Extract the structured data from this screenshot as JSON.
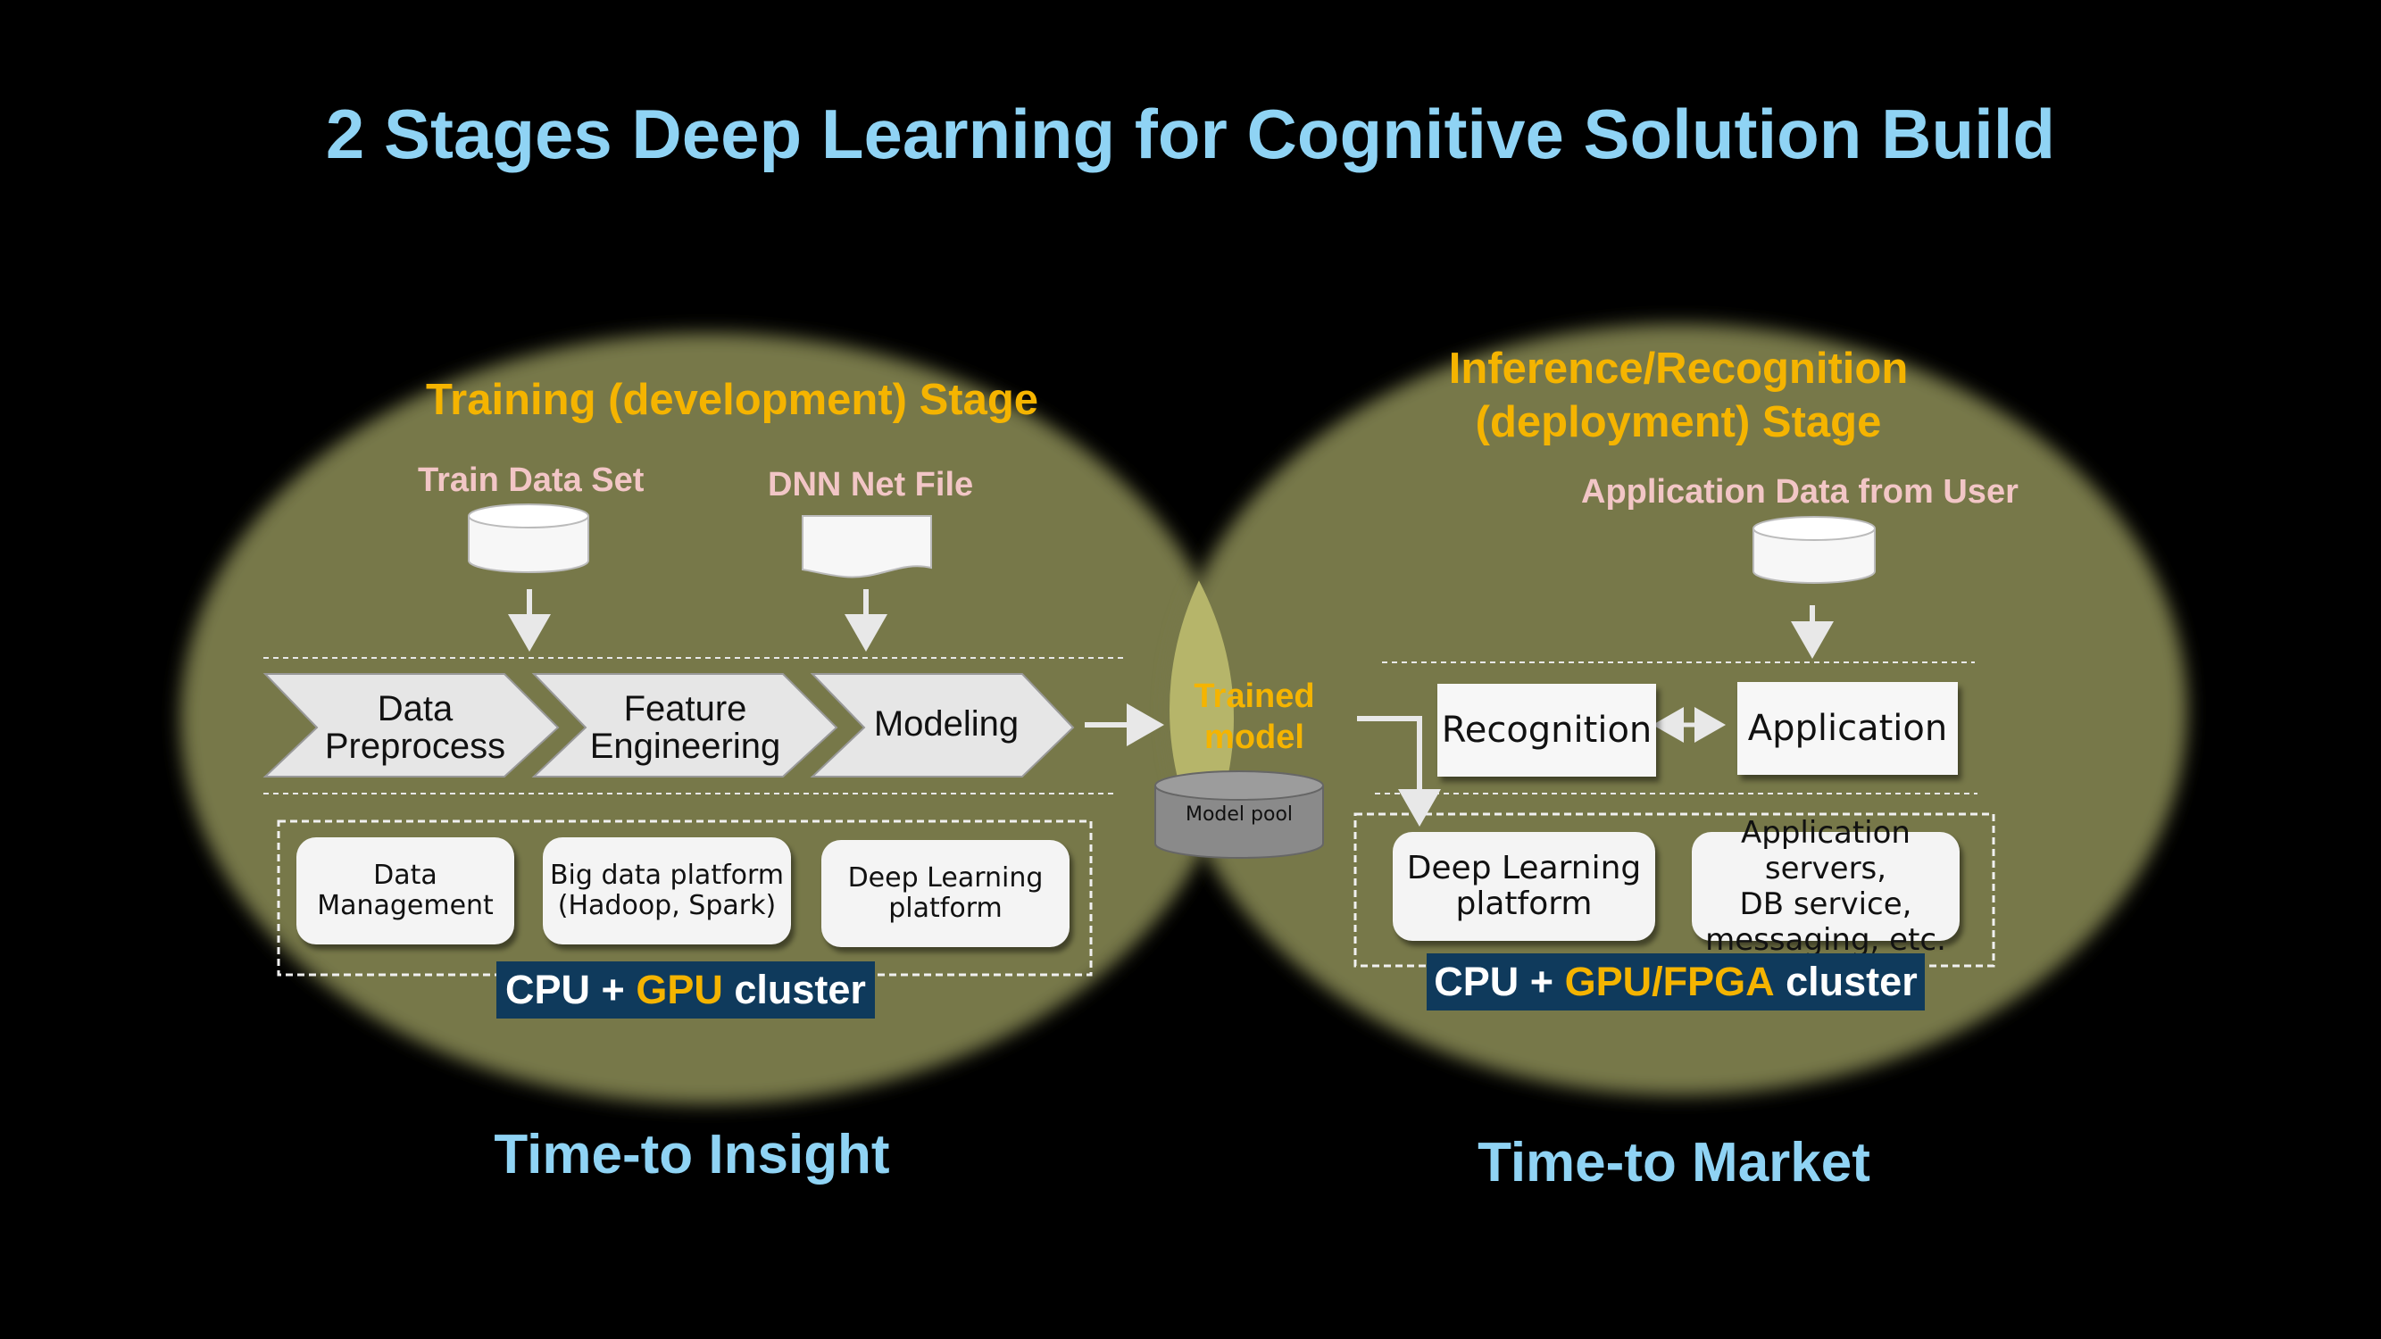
{
  "title": "2 Stages Deep Learning for Cognitive Solution Build",
  "training": {
    "stage_label": "Training (development)  Stage",
    "input_train": "Train Data Set",
    "input_dnn": "DNN Net File",
    "steps": [
      {
        "line1": "Data",
        "line2": "Preprocess"
      },
      {
        "line1": "Feature",
        "line2": "Engineering"
      },
      {
        "line1": "Modeling",
        "line2": ""
      }
    ],
    "platforms": [
      {
        "line1": "Data",
        "line2": "Management"
      },
      {
        "line1": "Big data platform",
        "line2": "(Hadoop, Spark)"
      },
      {
        "line1": "Deep Learning",
        "line2": "platform"
      }
    ],
    "cluster": {
      "prefix": "CPU + ",
      "highlight": "GPU",
      "suffix": " cluster"
    },
    "footer": "Time-to Insight"
  },
  "middle": {
    "trained_line1": "Trained",
    "trained_line2": "model",
    "model_pool": "Model pool"
  },
  "inference": {
    "stage_label_line1": "Inference/Recognition",
    "stage_label_line2": "(deployment) Stage",
    "input_app": "Application Data from User",
    "recognition": "Recognition",
    "application": "Application",
    "platforms": [
      {
        "line1": "Deep Learning",
        "line2": "platform",
        "line3": ""
      },
      {
        "line1": "Application servers,",
        "line2": "DB service,",
        "line3": "messaging, etc."
      }
    ],
    "cluster": {
      "prefix": "CPU + ",
      "highlight": "GPU/FPGA",
      "suffix": " cluster"
    },
    "footer": "Time-to Market"
  },
  "colors": {
    "background": "#000000",
    "ellipse": "#7a7a4a",
    "title": "#8fd3f4",
    "stage_label": "#f5b400",
    "input_label": "#f2c6c6",
    "cluster_bg": "#0f3a5c"
  }
}
